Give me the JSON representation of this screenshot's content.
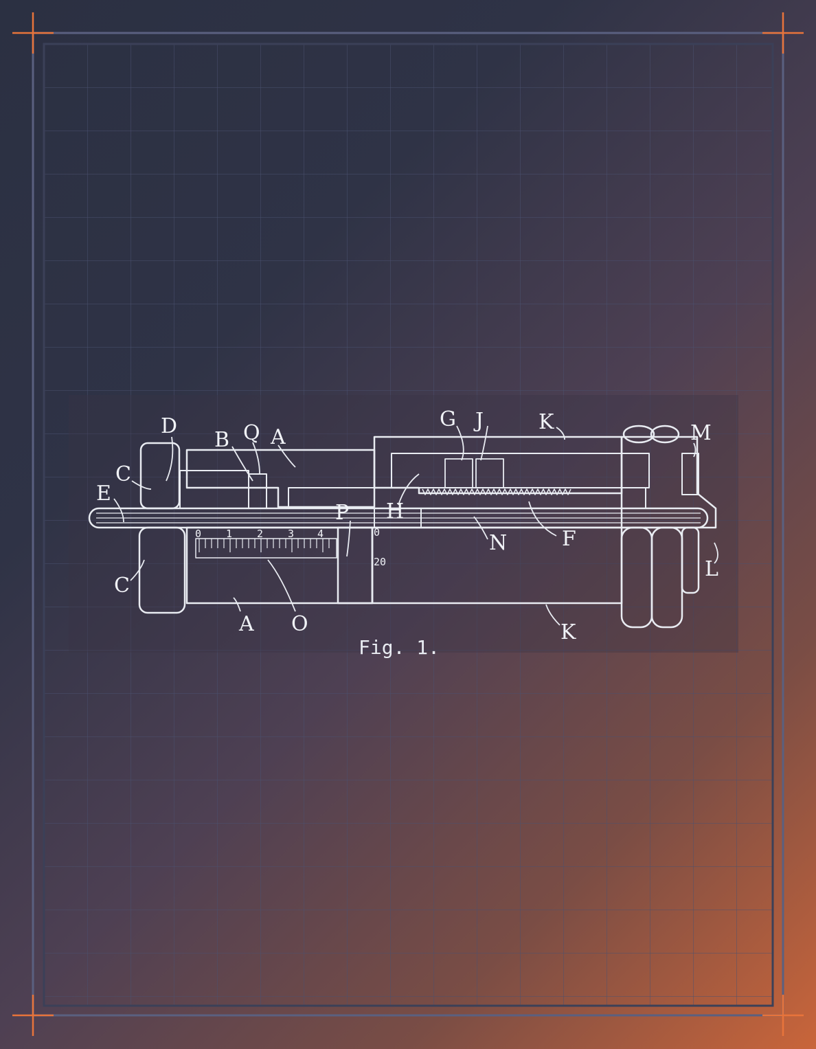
{
  "colors": {
    "accent": "#e8743b",
    "frame": "#5a6080",
    "grid": "#4a5170",
    "ink": "#e9ecf2"
  },
  "labels": [
    "A",
    "A",
    "B",
    "C",
    "C",
    "D",
    "E",
    "F",
    "G",
    "H",
    "J",
    "K",
    "K",
    "L",
    "M",
    "N",
    "O",
    "P",
    "Q"
  ],
  "sleeve_scale": [
    "0",
    "1",
    "2",
    "3",
    "4"
  ],
  "thimble_scale": [
    "0",
    "20"
  ],
  "caption": "Fig. 1."
}
